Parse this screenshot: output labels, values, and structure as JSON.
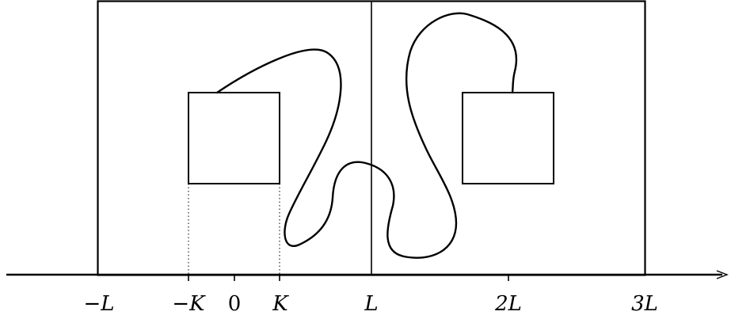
{
  "axis_labels": {
    "neg_L": "−L",
    "neg_K": "−K",
    "zero": "0",
    "K": "K",
    "L": "L",
    "two_L": "2L",
    "three_L": "3L"
  },
  "colors": {
    "stroke": "#000000",
    "background": "#ffffff"
  }
}
